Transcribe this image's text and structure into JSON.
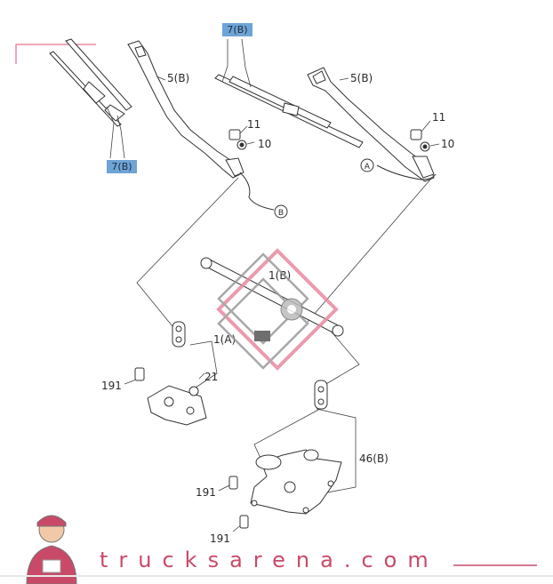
{
  "labels": {
    "blade_left": "7(B)",
    "blade_right": "7(B)",
    "arm_left": "5(B)",
    "arm_right": "5(B)",
    "cap_left": "11",
    "nut_left": "10",
    "cap_right": "11",
    "nut_right": "10",
    "circle_a": "A",
    "circle_b": "B",
    "link_label": "1(A)",
    "link_mid": "1(B)",
    "bolt_upper": "191",
    "nut_lower": "21",
    "motor_label": "46(B)",
    "bolt_mid": "191",
    "bolt_low": "191"
  },
  "brand": {
    "text": "trucksarena.com"
  },
  "colors": {
    "highlight": "#6fa4d6",
    "watermark": "#e88aa0",
    "line": "#3a3a3a",
    "brand": "#c94a68"
  }
}
